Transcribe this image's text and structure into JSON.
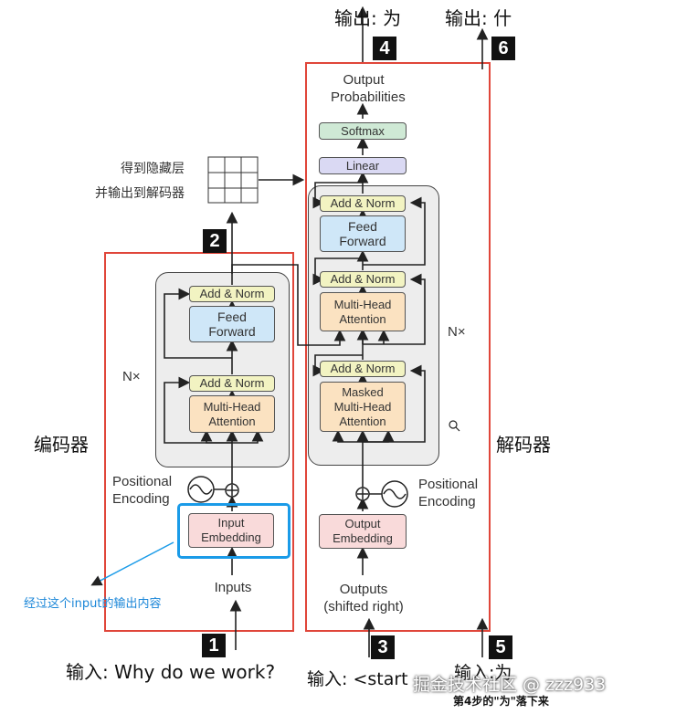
{
  "outputs_top": {
    "left": "输出: 为",
    "right": "输出: 什"
  },
  "badges": {
    "b1": "1",
    "b2": "2",
    "b3": "3",
    "b4": "4",
    "b5": "5",
    "b6": "6"
  },
  "hidden_note": {
    "line1": "得到隐藏层",
    "line2": "并输出到解码器"
  },
  "encoder": {
    "side_label": "编码器",
    "add_norm_top": "Add & Norm",
    "feed_forward": "Feed\nForward",
    "add_norm_bottom": "Add & Norm",
    "multi_head": "Multi-Head\nAttention",
    "nx": "N×",
    "positional": "Positional\nEncoding",
    "embedding": "Input\nEmbedding",
    "inputs": "Inputs",
    "input_text": "输入: Why do we work?"
  },
  "decoder": {
    "side_label": "解码器",
    "output_prob": "Output\nProbabilities",
    "softmax": "Softmax",
    "linear": "Linear",
    "add_norm_top": "Add & Norm",
    "feed_forward": "Feed\nForward",
    "add_norm_mid": "Add & Norm",
    "multi_head": "Multi-Head\nAttention",
    "add_norm_bottom": "Add & Norm",
    "masked": "Masked\nMulti-Head\nAttention",
    "nx": "N×",
    "positional": "Positional\nEncoding",
    "embedding": "Output\nEmbedding",
    "outputs": "Outputs\n(shifted right)",
    "input_text_3": "输入: <start",
    "input_text_5": "输入:为"
  },
  "annotation": "经过这个input的输出内容",
  "watermark": "掘金技术社区 @ zzz933",
  "caption": "第4步的\"为\"落下来",
  "colors": {
    "red": "#e0463a",
    "highlight": "#1a9be8",
    "annotation": "#1a86d8"
  }
}
